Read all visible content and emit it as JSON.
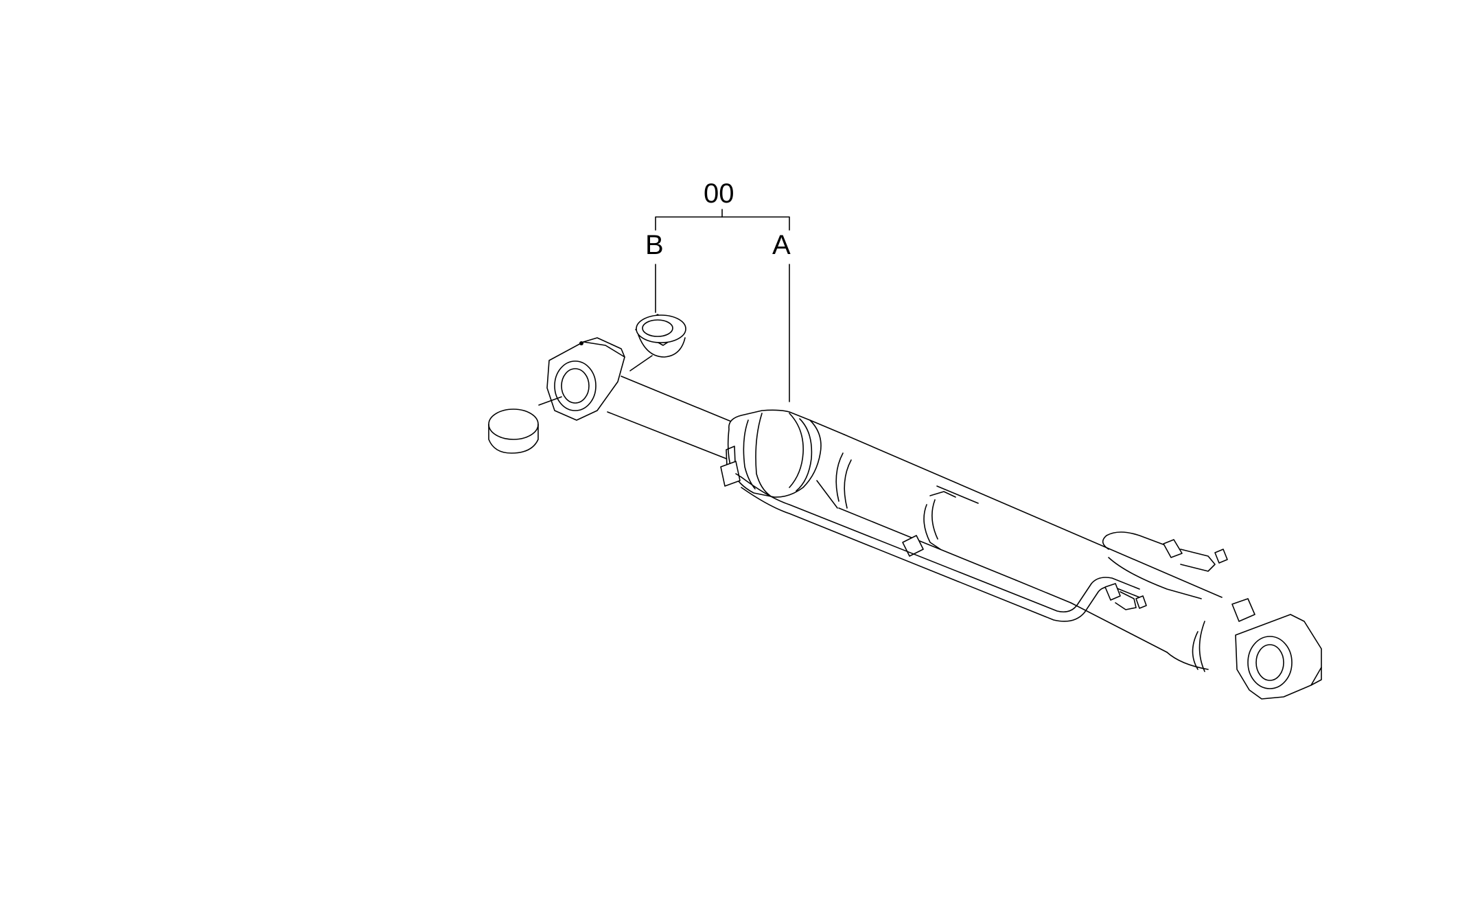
{
  "callouts": {
    "assembly": "00",
    "part_a": "A",
    "part_b": "B"
  },
  "colors": {
    "line": "#000000",
    "background": "#ffffff"
  }
}
